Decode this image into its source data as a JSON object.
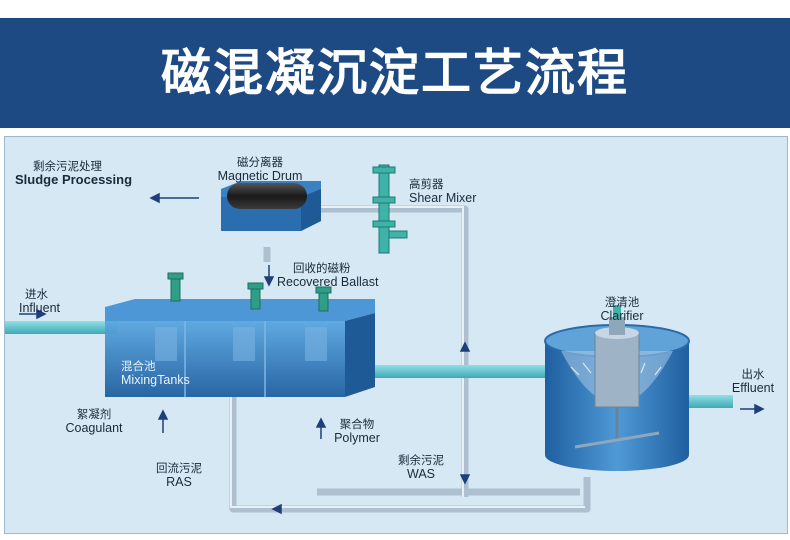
{
  "title": "磁混凝沉淀工艺流程",
  "labels": {
    "sludge_processing": {
      "zh": "剩余污泥处理",
      "en": "Sludge Processing"
    },
    "magnetic_drum": {
      "zh": "磁分离器",
      "en": "Magnetic Drum"
    },
    "shear_mixer": {
      "zh": "高剪器",
      "en": "Shear Mixer"
    },
    "recovered_ballast": {
      "zh": "回收的磁粉",
      "en": "Recovered Ballast"
    },
    "influent": {
      "zh": "进水",
      "en": "Influent"
    },
    "mixing_tanks": {
      "zh": "混合池",
      "en": "MixingTanks"
    },
    "clarifier": {
      "zh": "澄清池",
      "en": "Clarifier"
    },
    "effluent": {
      "zh": "出水",
      "en": "Effluent"
    },
    "coagulant": {
      "zh": "絮凝剂",
      "en": "Coagulant"
    },
    "polymer": {
      "zh": "聚合物",
      "en": "Polymer"
    },
    "ras": {
      "zh": "回流污泥",
      "en": "RAS"
    },
    "was": {
      "zh": "剩余污泥",
      "en": "WAS"
    }
  },
  "colors": {
    "banner": "#1e4a83",
    "background": "#d6e8f4",
    "pipe": "#aebfd0",
    "tank_blue": "#2f7fc6",
    "water_cyan": "#63c3cc",
    "motor_green": "#2e9e86",
    "arrow": "#1f3f7a"
  }
}
